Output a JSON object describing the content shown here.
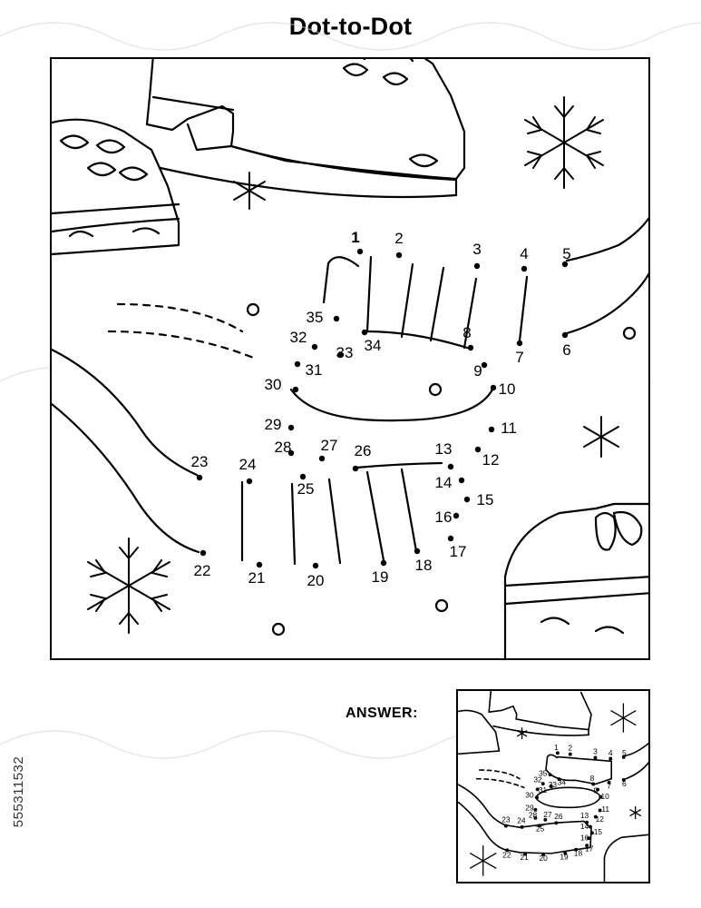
{
  "page": {
    "title": "Dot-to-Dot",
    "answer_label": "ANSWER:",
    "image_id": "555311532"
  },
  "dots": [
    {
      "n": "1"
    },
    {
      "n": "2"
    },
    {
      "n": "3"
    },
    {
      "n": "4"
    },
    {
      "n": "5"
    },
    {
      "n": "6"
    },
    {
      "n": "7"
    },
    {
      "n": "8"
    },
    {
      "n": "9"
    },
    {
      "n": "10"
    },
    {
      "n": "11"
    },
    {
      "n": "12"
    },
    {
      "n": "13"
    },
    {
      "n": "14"
    },
    {
      "n": "15"
    },
    {
      "n": "16"
    },
    {
      "n": "17"
    },
    {
      "n": "18"
    },
    {
      "n": "19"
    },
    {
      "n": "20"
    },
    {
      "n": "21"
    },
    {
      "n": "22"
    },
    {
      "n": "23"
    },
    {
      "n": "24"
    },
    {
      "n": "25"
    },
    {
      "n": "26"
    },
    {
      "n": "27"
    },
    {
      "n": "28"
    },
    {
      "n": "29"
    },
    {
      "n": "30"
    },
    {
      "n": "31"
    },
    {
      "n": "32"
    },
    {
      "n": "33"
    },
    {
      "n": "34"
    },
    {
      "n": "35"
    }
  ],
  "colors": {
    "ink": "#000000",
    "paper": "#ffffff",
    "watermark": "#bdbdbd"
  }
}
